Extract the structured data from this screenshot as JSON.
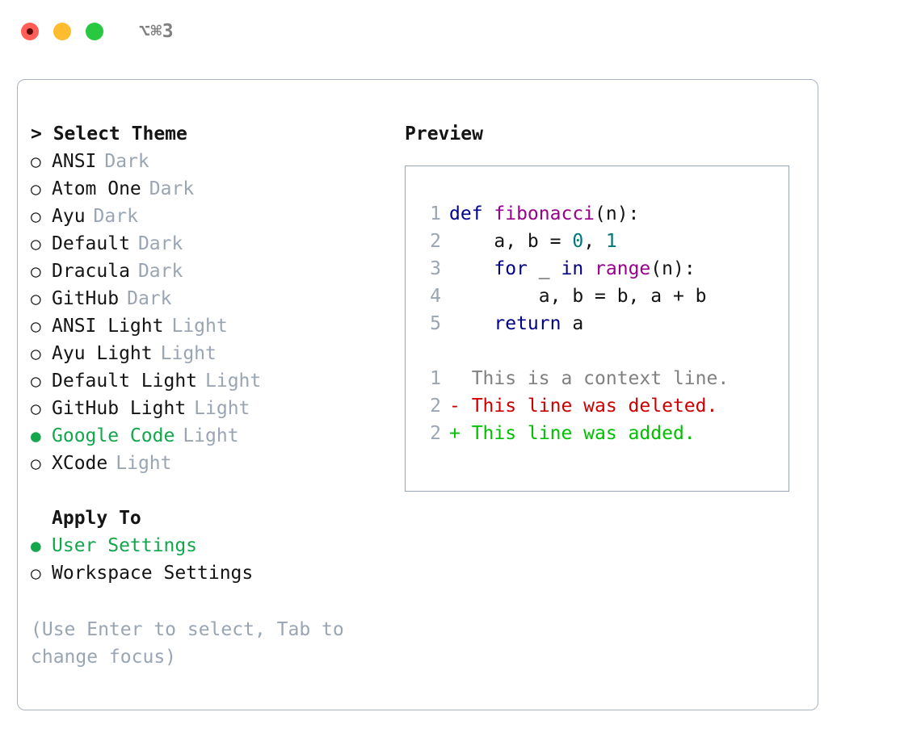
{
  "window": {
    "title": "⌥⌘3",
    "traffic_lights": [
      {
        "name": "close",
        "color": "#FF5F57"
      },
      {
        "name": "minimize",
        "color": "#FEBC2E"
      },
      {
        "name": "maximize",
        "color": "#28C840"
      }
    ]
  },
  "colors": {
    "accent_green": "#12A74C",
    "muted": "#9AA5B4",
    "text": "#141414",
    "border": "#aab3bf",
    "diff_add": "#00C000",
    "diff_del": "#CC0000",
    "diff_ctx": "#808080",
    "keyword": "#00008B",
    "function": "#99008B",
    "number": "#007878"
  },
  "theme_panel": {
    "heading": "> Select Theme",
    "bullet_unselected": "○",
    "bullet_selected": "●",
    "items": [
      {
        "name": "ANSI",
        "kind": "Dark",
        "selected": false
      },
      {
        "name": "Atom One",
        "kind": "Dark",
        "selected": false
      },
      {
        "name": "Ayu",
        "kind": "Dark",
        "selected": false
      },
      {
        "name": "Default",
        "kind": "Dark",
        "selected": false
      },
      {
        "name": "Dracula",
        "kind": "Dark",
        "selected": false
      },
      {
        "name": "GitHub",
        "kind": "Dark",
        "selected": false
      },
      {
        "name": "ANSI Light",
        "kind": "Light",
        "selected": false
      },
      {
        "name": "Ayu Light",
        "kind": "Light",
        "selected": false
      },
      {
        "name": "Default Light",
        "kind": "Light",
        "selected": false
      },
      {
        "name": "GitHub Light",
        "kind": "Light",
        "selected": false
      },
      {
        "name": "Google Code",
        "kind": "Light",
        "selected": true
      },
      {
        "name": "XCode",
        "kind": "Light",
        "selected": false
      }
    ]
  },
  "apply_to": {
    "heading": "Apply To",
    "items": [
      {
        "label": "User Settings",
        "selected": true
      },
      {
        "label": "Workspace Settings",
        "selected": false
      }
    ]
  },
  "hint": "(Use Enter to select, Tab to change focus)",
  "preview": {
    "heading": "Preview",
    "code_lines": [
      {
        "num": "1",
        "tokens": [
          {
            "t": "def ",
            "c": "tok-kw"
          },
          {
            "t": "fibonacci",
            "c": "tok-fn"
          },
          {
            "t": "(n):",
            "c": "tok-plain"
          }
        ]
      },
      {
        "num": "2",
        "tokens": [
          {
            "t": "    a, b = ",
            "c": "tok-plain"
          },
          {
            "t": "0",
            "c": "tok-num"
          },
          {
            "t": ", ",
            "c": "tok-plain"
          },
          {
            "t": "1",
            "c": "tok-num"
          }
        ]
      },
      {
        "num": "3",
        "tokens": [
          {
            "t": "    ",
            "c": "tok-plain"
          },
          {
            "t": "for",
            "c": "tok-kw"
          },
          {
            "t": " _ ",
            "c": "tok-plain"
          },
          {
            "t": "in",
            "c": "tok-kw"
          },
          {
            "t": " ",
            "c": "tok-plain"
          },
          {
            "t": "range",
            "c": "tok-fn"
          },
          {
            "t": "(n):",
            "c": "tok-plain"
          }
        ]
      },
      {
        "num": "4",
        "tokens": [
          {
            "t": "        a, b = b, a + b",
            "c": "tok-plain"
          }
        ]
      },
      {
        "num": "5",
        "tokens": [
          {
            "t": "    ",
            "c": "tok-plain"
          },
          {
            "t": "return",
            "c": "tok-kw"
          },
          {
            "t": " a",
            "c": "tok-plain"
          }
        ]
      }
    ],
    "diff_lines": [
      {
        "num": "1",
        "text": "  This is a context line.",
        "c": "diff-ctx"
      },
      {
        "num": "2",
        "text": "- This line was deleted.",
        "c": "diff-del"
      },
      {
        "num": "2",
        "text": "+ This line was added.",
        "c": "diff-add"
      }
    ]
  }
}
